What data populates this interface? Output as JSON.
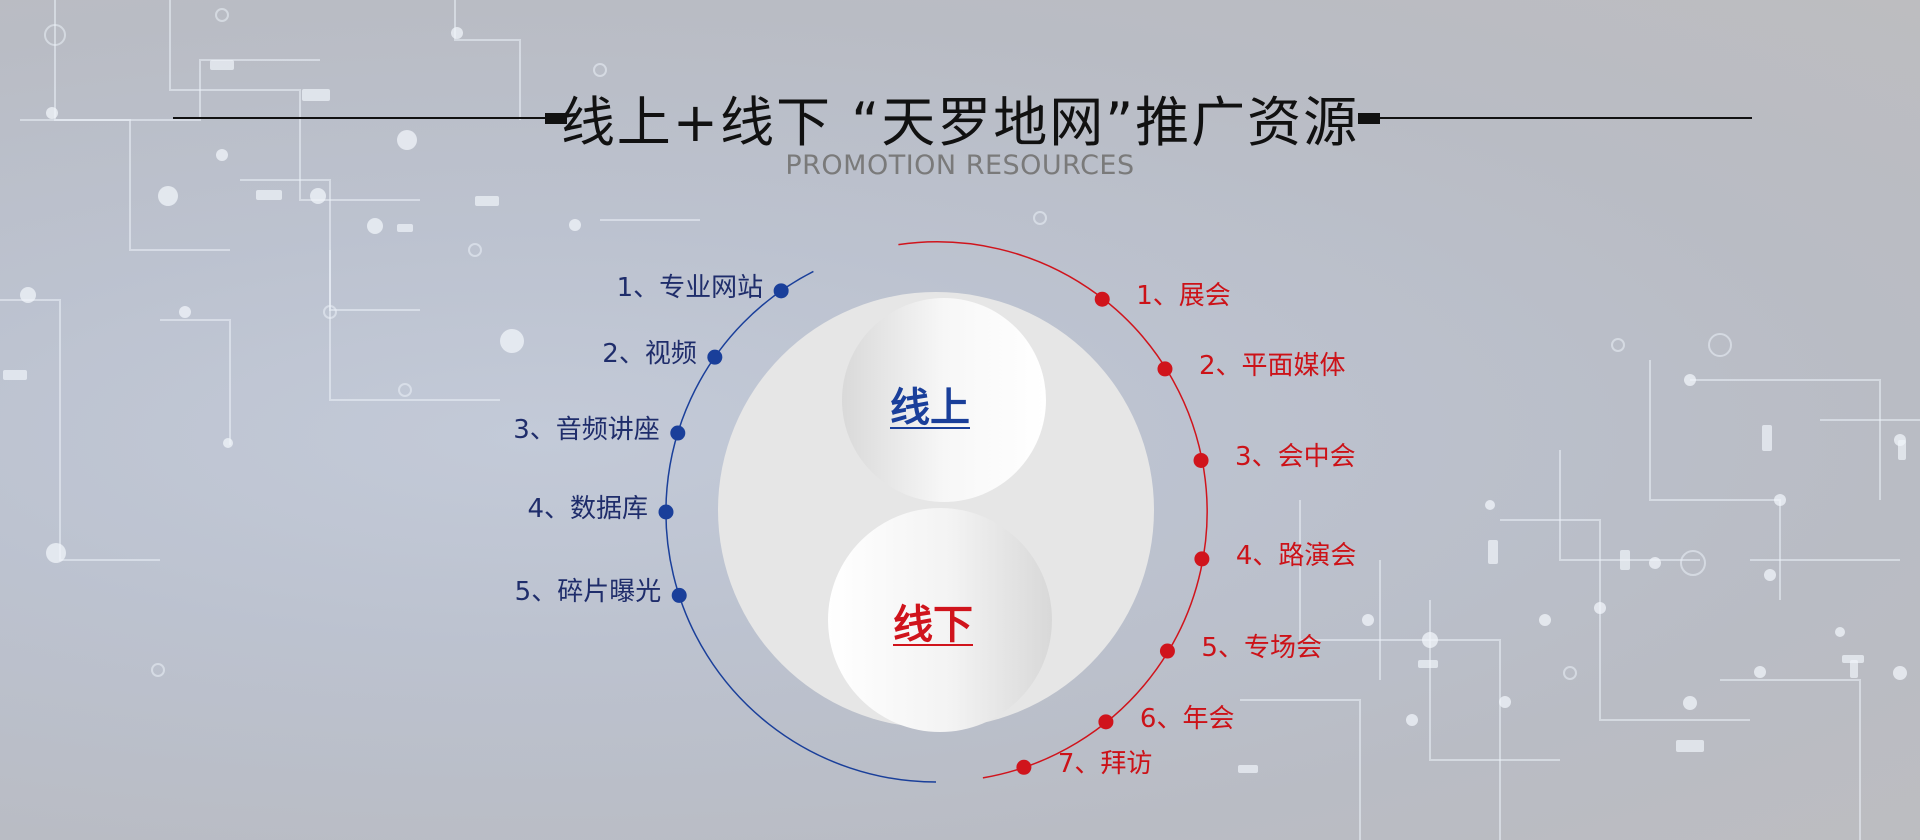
{
  "header": {
    "title": "线上+线下 “天罗地网”推广资源",
    "subtitle": "PROMOTION RESOURCES"
  },
  "center": {
    "online_label": "线上",
    "offline_label": "线下"
  },
  "online_items": [
    {
      "label": "1、专业网站"
    },
    {
      "label": "2、视频"
    },
    {
      "label": "3、音频讲座"
    },
    {
      "label": "4、数据库"
    },
    {
      "label": "5、碎片曝光"
    }
  ],
  "offline_items": [
    {
      "label": "1、展会"
    },
    {
      "label": "2、平面媒体"
    },
    {
      "label": "3、会中会"
    },
    {
      "label": "4、路演会"
    },
    {
      "label": "5、专场会"
    },
    {
      "label": "6、年会"
    },
    {
      "label": "7、拜访"
    }
  ],
  "colors": {
    "online": "#1a3f9a",
    "offline": "#d0141c",
    "online_text": "#1f2d6b",
    "offline_text": "#cc1218",
    "title": "#111111",
    "subtitle": "#7a7a7a"
  }
}
